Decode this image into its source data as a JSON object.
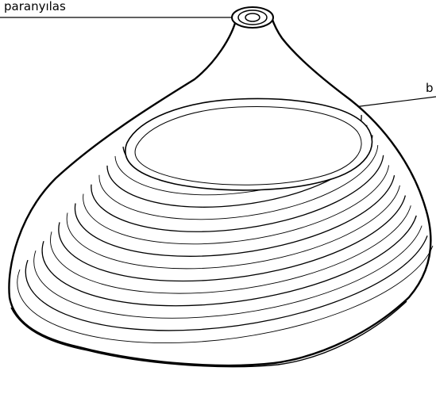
{
  "labels": {
    "top": "paranyılas",
    "right": "b"
  },
  "colors": {
    "stroke": "#000000",
    "fill": "#ffffff",
    "background": "#ffffff"
  },
  "object": {
    "type": "ribbed-shell-illustration",
    "ring_count": 14
  }
}
